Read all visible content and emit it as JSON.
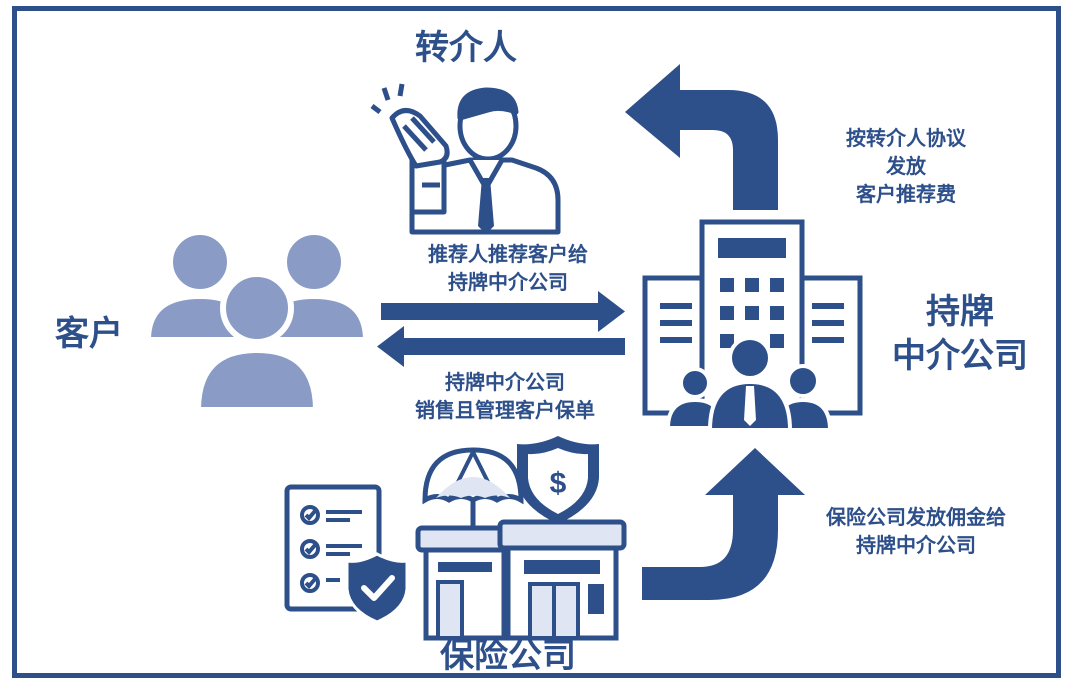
{
  "nodes": {
    "referrer": "转介人",
    "customer": "客户",
    "agency": [
      "持牌",
      "中介公司"
    ],
    "insurer": "保险公司"
  },
  "edges": {
    "referral_fee": [
      "按转介人协议",
      "发放",
      "客户推荐费"
    ],
    "recommend": [
      "推荐人推荐客户给",
      "持牌中介公司"
    ],
    "sell_manage": [
      "持牌中介公司",
      "销售且管理客户保单"
    ],
    "commission": [
      "保险公司发放佣金给",
      "持牌中介公司"
    ]
  },
  "icons": {
    "insurer_shield_symbol": "$"
  },
  "colors": {
    "primary": "#2d4f8a",
    "customer_icon": "#8a9cc6",
    "pale": "#dfe5f2"
  }
}
